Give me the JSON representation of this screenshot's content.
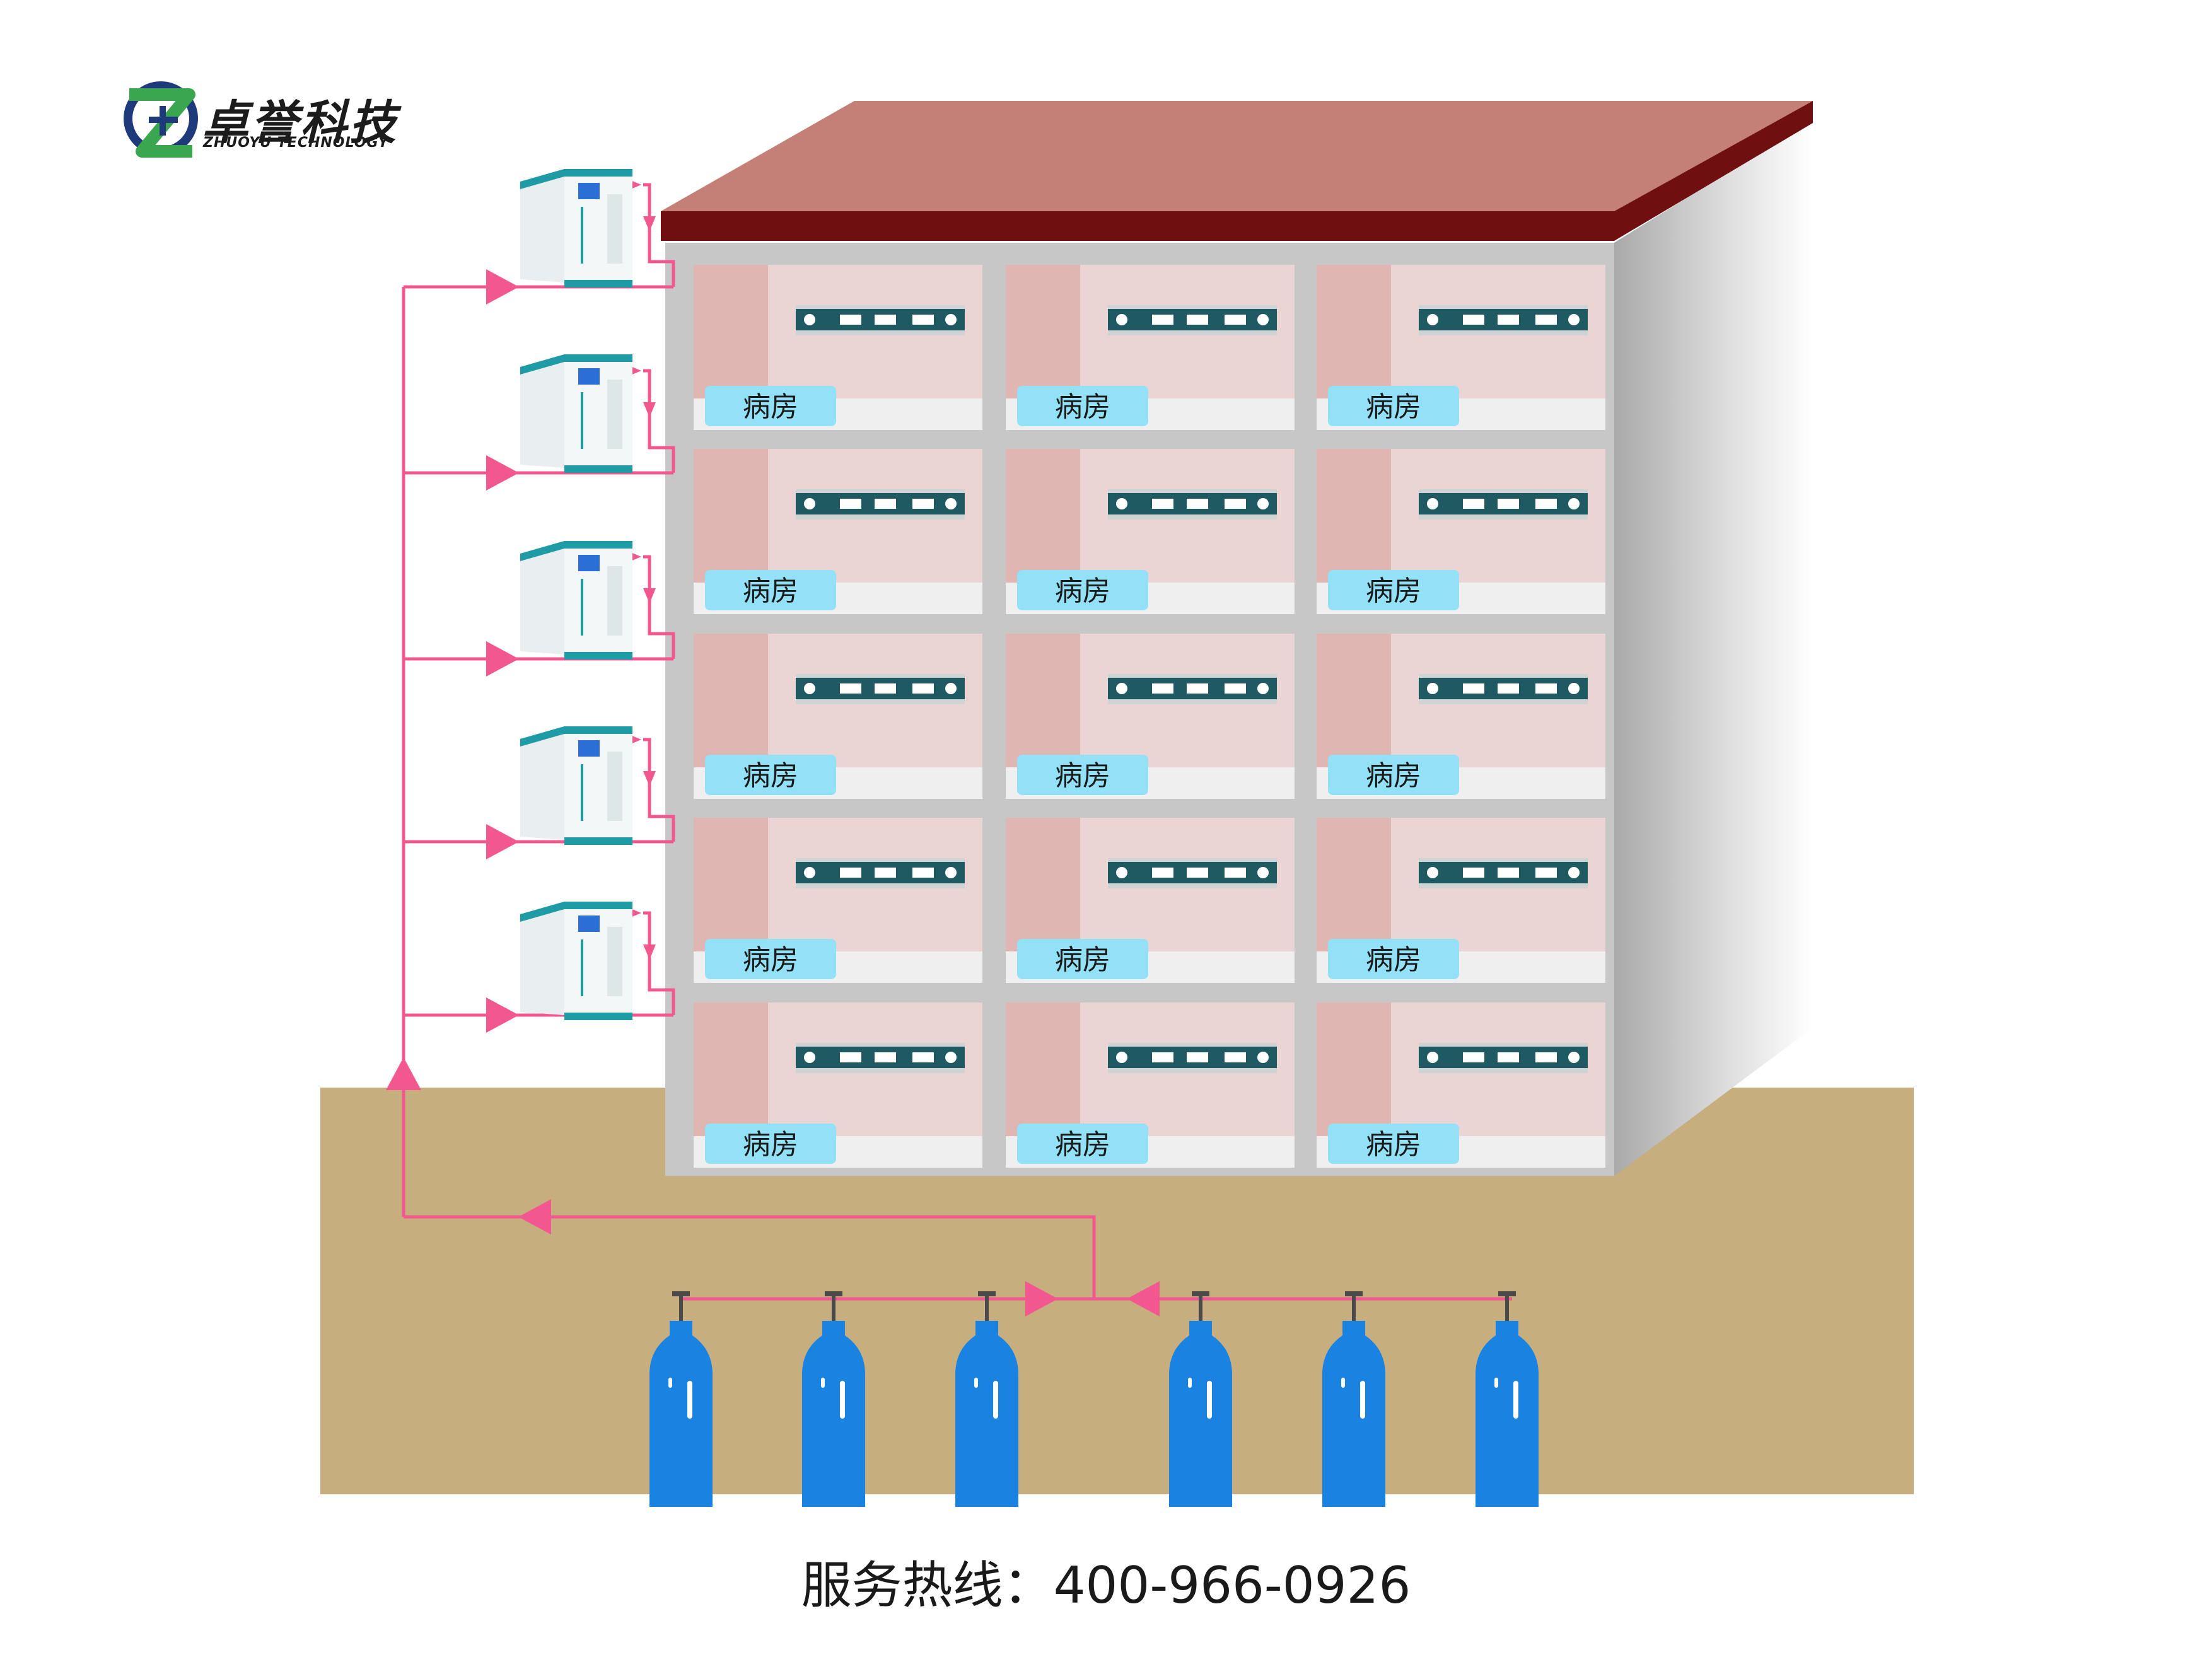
{
  "logo": {
    "name": "卓誉科技",
    "subtitle": "ZHUOYU TECHNOLOGY",
    "icon": "zhuoyu-logo-icon"
  },
  "building": {
    "floors": 5,
    "rooms_per_floor": 3,
    "room_label": "病房"
  },
  "generators": {
    "count": 5,
    "icon": "oxygen-generator-icon"
  },
  "cylinders": {
    "count": 6,
    "icon": "oxygen-cylinder-icon"
  },
  "colors": {
    "pipe": "#f2588f",
    "roof_top": "#c47f77",
    "roof_edge": "#6f0f0f",
    "ground": "#c6ae7e",
    "wall": "#c7c7c7",
    "room_back": "#ebd4d4",
    "room_left": "#e0b6b2",
    "label_bg": "#93e1f7",
    "bed_panel": "#1f5a62",
    "cylinder": "#1a82e0",
    "generator": "#1e9ba5"
  },
  "footer": {
    "hotline": "服务热线：400-966-0926"
  }
}
